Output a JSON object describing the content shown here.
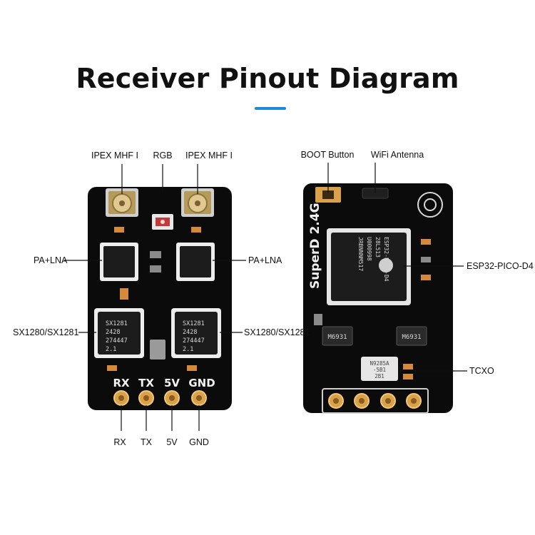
{
  "title": "Receiver Pinout Diagram",
  "colors": {
    "accent": "#1f8ad8",
    "pcb": "#0b0b0b",
    "gold": "#d9a24a",
    "chip": "#1c1c1c"
  },
  "left_board": {
    "labels": {
      "ipex_left": "IPEX MHF I",
      "rgb": "RGB",
      "ipex_right": "IPEX MHF I",
      "pa_lna_left": "PA+LNA",
      "pa_lna_right": "PA+LNA",
      "sx_left": "SX1280/SX1281",
      "sx_right": "SX1280/SX1281"
    },
    "silkscreen_pins": [
      "RX",
      "TX",
      "5V",
      "GND"
    ],
    "pin_labels": [
      "RX",
      "TX",
      "5V",
      "GND"
    ],
    "chip_marking": [
      "SX1281",
      "2428",
      "274447",
      "2.1"
    ]
  },
  "right_board": {
    "labels": {
      "boot": "BOOT Button",
      "wifi": "WiFi Antenna",
      "esp": "ESP32-PICO-D4",
      "tcxo": "TCXO"
    },
    "silkscreen": "SuperD 2.4G",
    "esp_marking": [
      "ESP32-PICO-D4",
      "28L513",
      "U000998",
      "JRBNNNM517"
    ],
    "mosfet_marking": "M6931",
    "tcxo_marking": [
      "N9285A",
      "-5B1",
      "2B1"
    ]
  }
}
